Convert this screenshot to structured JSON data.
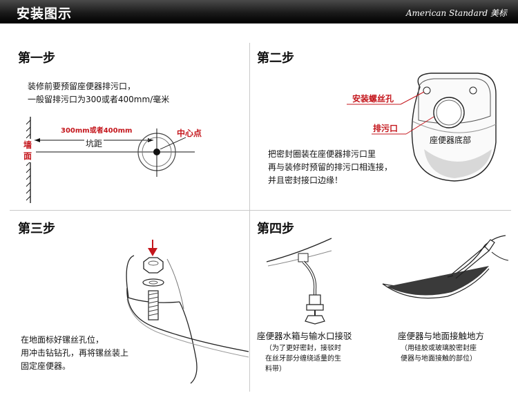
{
  "header": {
    "title": "安装图示",
    "brand": "American Standard 美标"
  },
  "step1": {
    "title": "第一步",
    "line1": "装修前要预留座便器排污口，",
    "line2": "一般留排污口为300或者400mm/毫米",
    "label_distance": "300mm或者400mm",
    "label_pit": "坑距",
    "label_center": "中心点",
    "label_wall_1": "墙",
    "label_wall_2": "面"
  },
  "step2": {
    "title": "第二步",
    "label_bolt_hole": "安装螺丝孔",
    "label_outlet": "排污口",
    "label_base": "座便器底部",
    "line1": "把密封圈装在座便器排污口里",
    "line2": "再与装修时预留的排污口相连接，",
    "line3": "并且密封接口边缘！"
  },
  "step3": {
    "title": "第三步",
    "line1": "在地面标好镙丝孔位，",
    "line2": "用冲击钻钻孔，再将镙丝装上",
    "line3": "固定座便器。"
  },
  "step4": {
    "title": "第四步",
    "caption_a": "座便器水箱与输水口接驳",
    "note_a_1": "（为了更好密封，接驳时",
    "note_a_2": "在丝牙部分缠绕适量的生",
    "note_a_3": "料带）",
    "caption_b": "座便器与地面接触地方",
    "note_b_1": "（用硅胶或玻璃胶密封座",
    "note_b_2": "便器与地面接触的部位）"
  },
  "colors": {
    "header_bg": "#000000",
    "accent_red": "#c4161c",
    "divider": "#c8c8c8"
  }
}
